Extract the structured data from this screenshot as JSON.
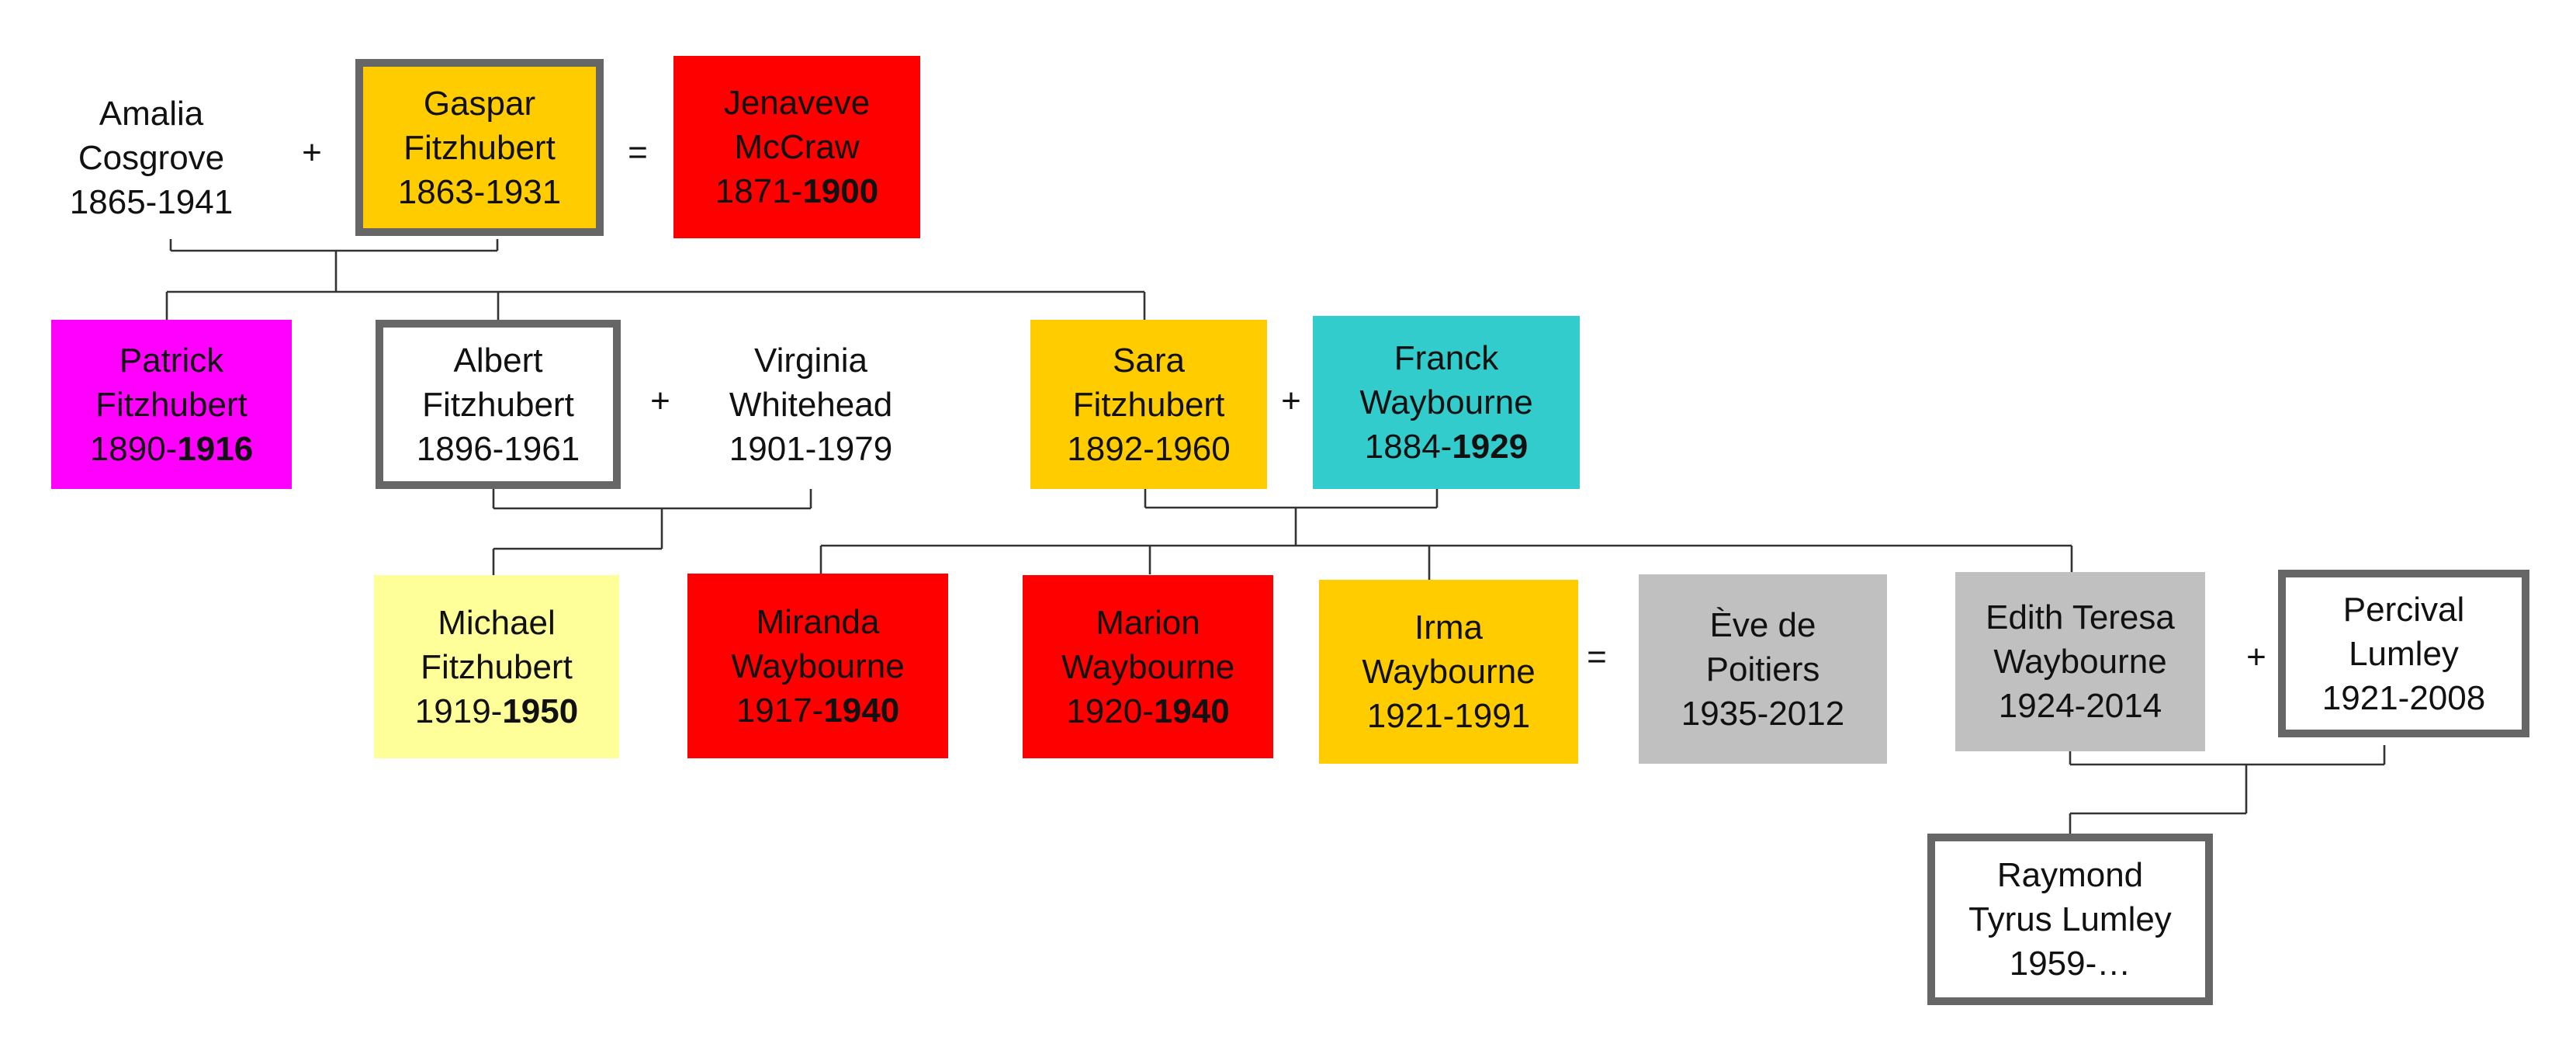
{
  "people": {
    "amalia": {
      "line1": "Amalia",
      "line2": "Cosgrove",
      "years_prefix": "1865-1941",
      "years_bold": "",
      "fill": "#ffffff",
      "framed": false
    },
    "gaspar": {
      "line1": "Gaspar",
      "line2": "Fitzhubert",
      "years_prefix": "1863-1931",
      "years_bold": "",
      "fill": "#ffcc00",
      "framed": true
    },
    "jenaveve": {
      "line1": "Jenaveve",
      "line2": "McCraw",
      "years_prefix": "1871-",
      "years_bold": "1900",
      "fill": "#ff0000",
      "framed": false
    },
    "patrick": {
      "line1": "Patrick",
      "line2": "Fitzhubert",
      "years_prefix": "1890-",
      "years_bold": "1916",
      "fill": "#ff00ff",
      "framed": false
    },
    "albert": {
      "line1": "Albert",
      "line2": "Fitzhubert",
      "years_prefix": "1896-1961",
      "years_bold": "",
      "fill": "#ffffff",
      "framed": true
    },
    "virginia": {
      "line1": "Virginia",
      "line2": "Whitehead",
      "years_prefix": "1901-1979",
      "years_bold": "",
      "fill": "#ffffff",
      "framed": false
    },
    "sara": {
      "line1": "Sara",
      "line2": "Fitzhubert",
      "years_prefix": "1892-1960",
      "years_bold": "",
      "fill": "#ffcc00",
      "framed": false
    },
    "franck": {
      "line1": "Franck",
      "line2": "Waybourne",
      "years_prefix": "1884-",
      "years_bold": "1929",
      "fill": "#33cccc",
      "framed": false
    },
    "michael": {
      "line1": "Michael",
      "line2": "Fitzhubert",
      "years_prefix": "1919-",
      "years_bold": "1950",
      "fill": "#ffff99",
      "framed": false
    },
    "miranda": {
      "line1": "Miranda",
      "line2": "Waybourne",
      "years_prefix": "1917-",
      "years_bold": "1940",
      "fill": "#ff0000",
      "framed": false
    },
    "marion": {
      "line1": "Marion",
      "line2": "Waybourne",
      "years_prefix": "1920-",
      "years_bold": "1940",
      "fill": "#ff0000",
      "framed": false
    },
    "irma": {
      "line1": "Irma",
      "line2": "Waybourne",
      "years_prefix": "1921-1991",
      "years_bold": "",
      "fill": "#ffcc00",
      "framed": false
    },
    "eve": {
      "line1": "Ève de",
      "line2": "Poitiers",
      "years_prefix": "1935-2012",
      "years_bold": "",
      "fill": "#c0c0c0",
      "framed": false
    },
    "edith": {
      "line1": "Edith Teresa",
      "line2": "Waybourne",
      "years_prefix": "1924-2014",
      "years_bold": "",
      "fill": "#c0c0c0",
      "framed": false
    },
    "percival": {
      "line1": "Percival",
      "line2": "Lumley",
      "years_prefix": "1921-2008",
      "years_bold": "",
      "fill": "#ffffff",
      "framed": true
    },
    "raymond": {
      "line1": "Raymond",
      "line2": "Tyrus Lumley",
      "years_prefix": "1959-…",
      "years_bold": "",
      "fill": "#ffffff",
      "framed": true
    }
  },
  "operators": {
    "amalia_gaspar": "+",
    "gaspar_jenaveve": "=",
    "albert_virginia": "+",
    "sara_franck": "+",
    "irma_eve": "=",
    "edith_percival": "+"
  },
  "colors": {
    "line": "#333333",
    "frame": "#666666"
  }
}
